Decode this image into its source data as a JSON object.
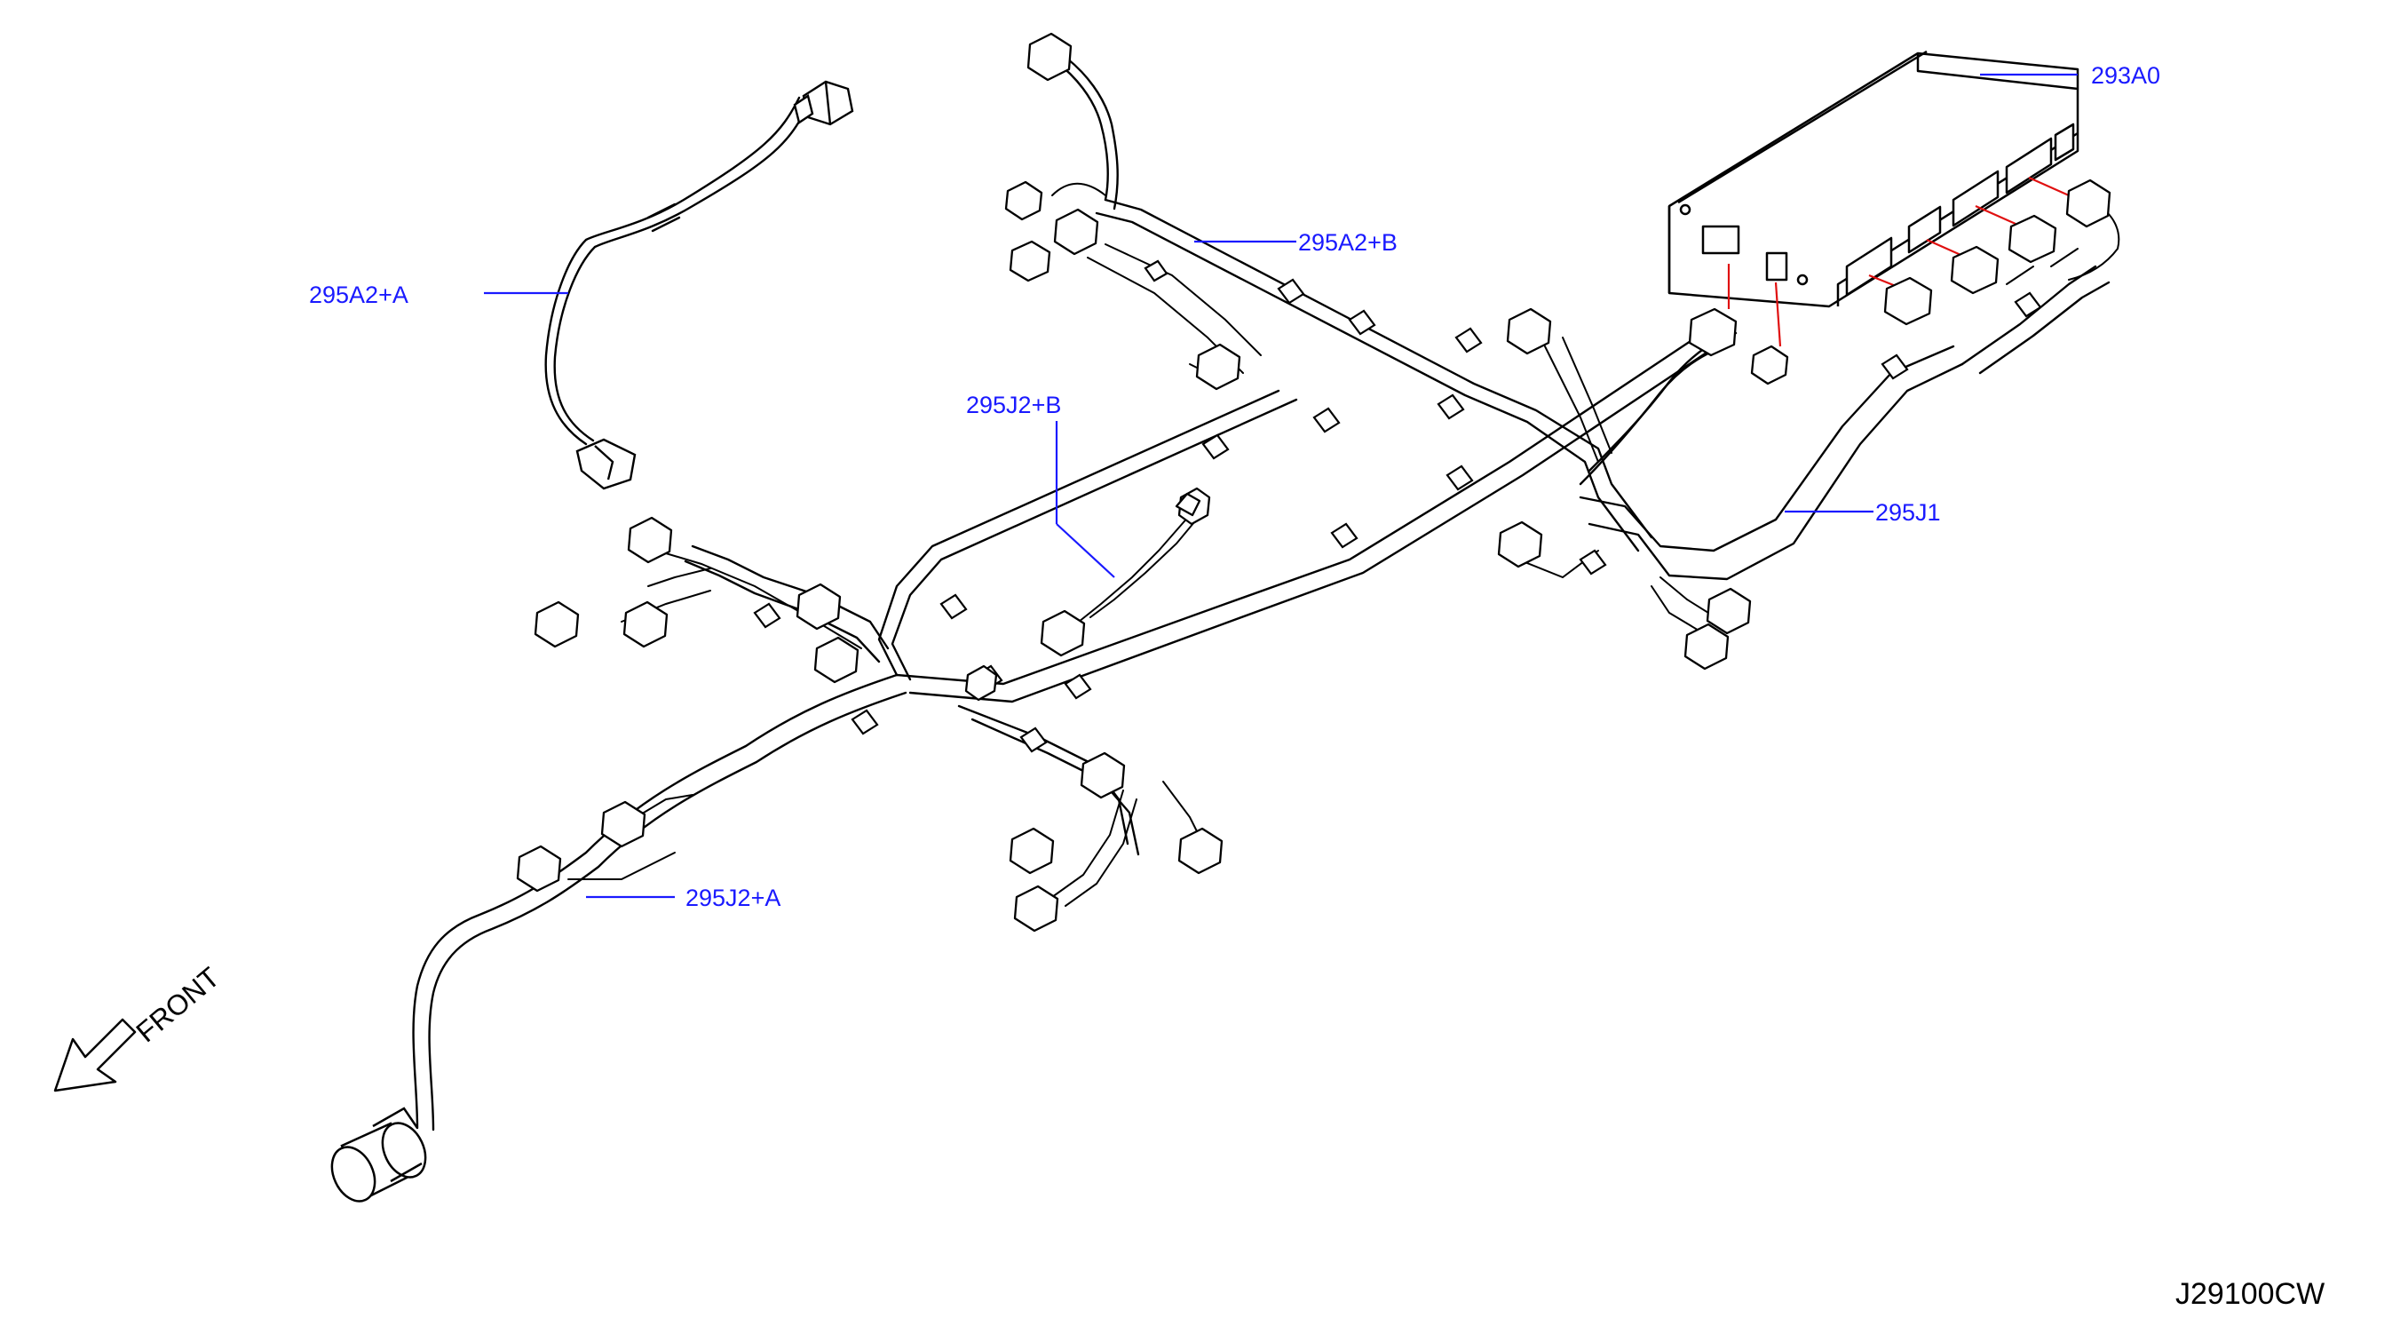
{
  "colors": {
    "line": "#000000",
    "callout": "#1a1aff",
    "connector_link": "#e01010",
    "background": "#ffffff"
  },
  "callouts": {
    "module": "293A0",
    "harness_a2_a": "295A2+A",
    "harness_a2_b": "295A2+B",
    "harness_j2_b": "295J2+B",
    "harness_j1": "295J1",
    "harness_j2_a": "295J2+A"
  },
  "direction": {
    "label": "FRONT",
    "icon": "arrow-down-left-icon"
  },
  "reference_code": "J29100CW"
}
